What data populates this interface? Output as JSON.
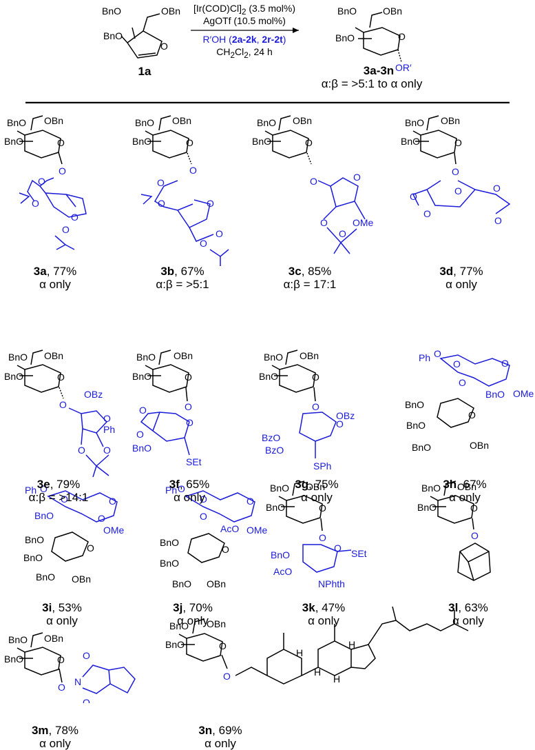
{
  "scheme": {
    "reactant_label": "1a",
    "reactant_groups": [
      "BnO",
      "BnO",
      "OBn"
    ],
    "conditions": {
      "line1": "[Ir(COD)Cl]",
      "line1_sub": "2",
      "line1_tail": "(3.5 mol%)",
      "line2": "AgOTf (10.5 mol%)",
      "line3_head": "R′OH (",
      "line3_a": "2a-2k",
      "line3_sep": ", ",
      "line3_b": "2r-2t",
      "line3_tail": ")",
      "line4": "CH",
      "line4_sub": "2",
      "line4_mid": "Cl",
      "line4_sub2": "2",
      "line4_tail": ", 24 h"
    },
    "product_label": "3a-3n",
    "product_groups": [
      "BnO",
      "BnO",
      "OBn",
      "OR′"
    ],
    "selectivity": "α:β = >5:1 to α only"
  },
  "products": [
    {
      "id": "3a",
      "yield": ", 77%",
      "sel": "α only"
    },
    {
      "id": "3b",
      "yield": ", 67%",
      "sel": "α:β = >5:1"
    },
    {
      "id": "3c",
      "yield": ", 85%",
      "sel": "α:β = 17:1"
    },
    {
      "id": "3d",
      "yield": ", 77%",
      "sel": "α only"
    },
    {
      "id": "3e",
      "yield": ", 79%",
      "sel": "α:β = >14:1"
    },
    {
      "id": "3f",
      "yield": ", 65%",
      "sel": "α only"
    },
    {
      "id": "3g",
      "yield": ", 75%",
      "sel": "α only"
    },
    {
      "id": "3h",
      "yield": ", 67%",
      "sel": "α only"
    },
    {
      "id": "3i",
      "yield": ", 53%",
      "sel": "α only"
    },
    {
      "id": "3j",
      "yield": ", 70%",
      "sel": "α only"
    },
    {
      "id": "3k",
      "yield": ", 47%",
      "sel": "α only"
    },
    {
      "id": "3l",
      "yield": ", 63%",
      "sel": "α only"
    },
    {
      "id": "3m",
      "yield": ", 78%",
      "sel": "α only"
    },
    {
      "id": "3n",
      "yield": ", 69%",
      "sel": "α only"
    }
  ],
  "atoms": {
    "BnO": "BnO",
    "OBn": "OBn",
    "O": "O",
    "OMe": "OMe",
    "OBz": "OBz",
    "BzO": "BzO",
    "SEt": "SEt",
    "SPh": "SPh",
    "Ph": "Ph",
    "AcO": "AcO",
    "NPhth": "NPhth",
    "N": "N",
    "H": "H"
  },
  "colors": {
    "black": "#000000",
    "blue": "#1a1adb"
  }
}
